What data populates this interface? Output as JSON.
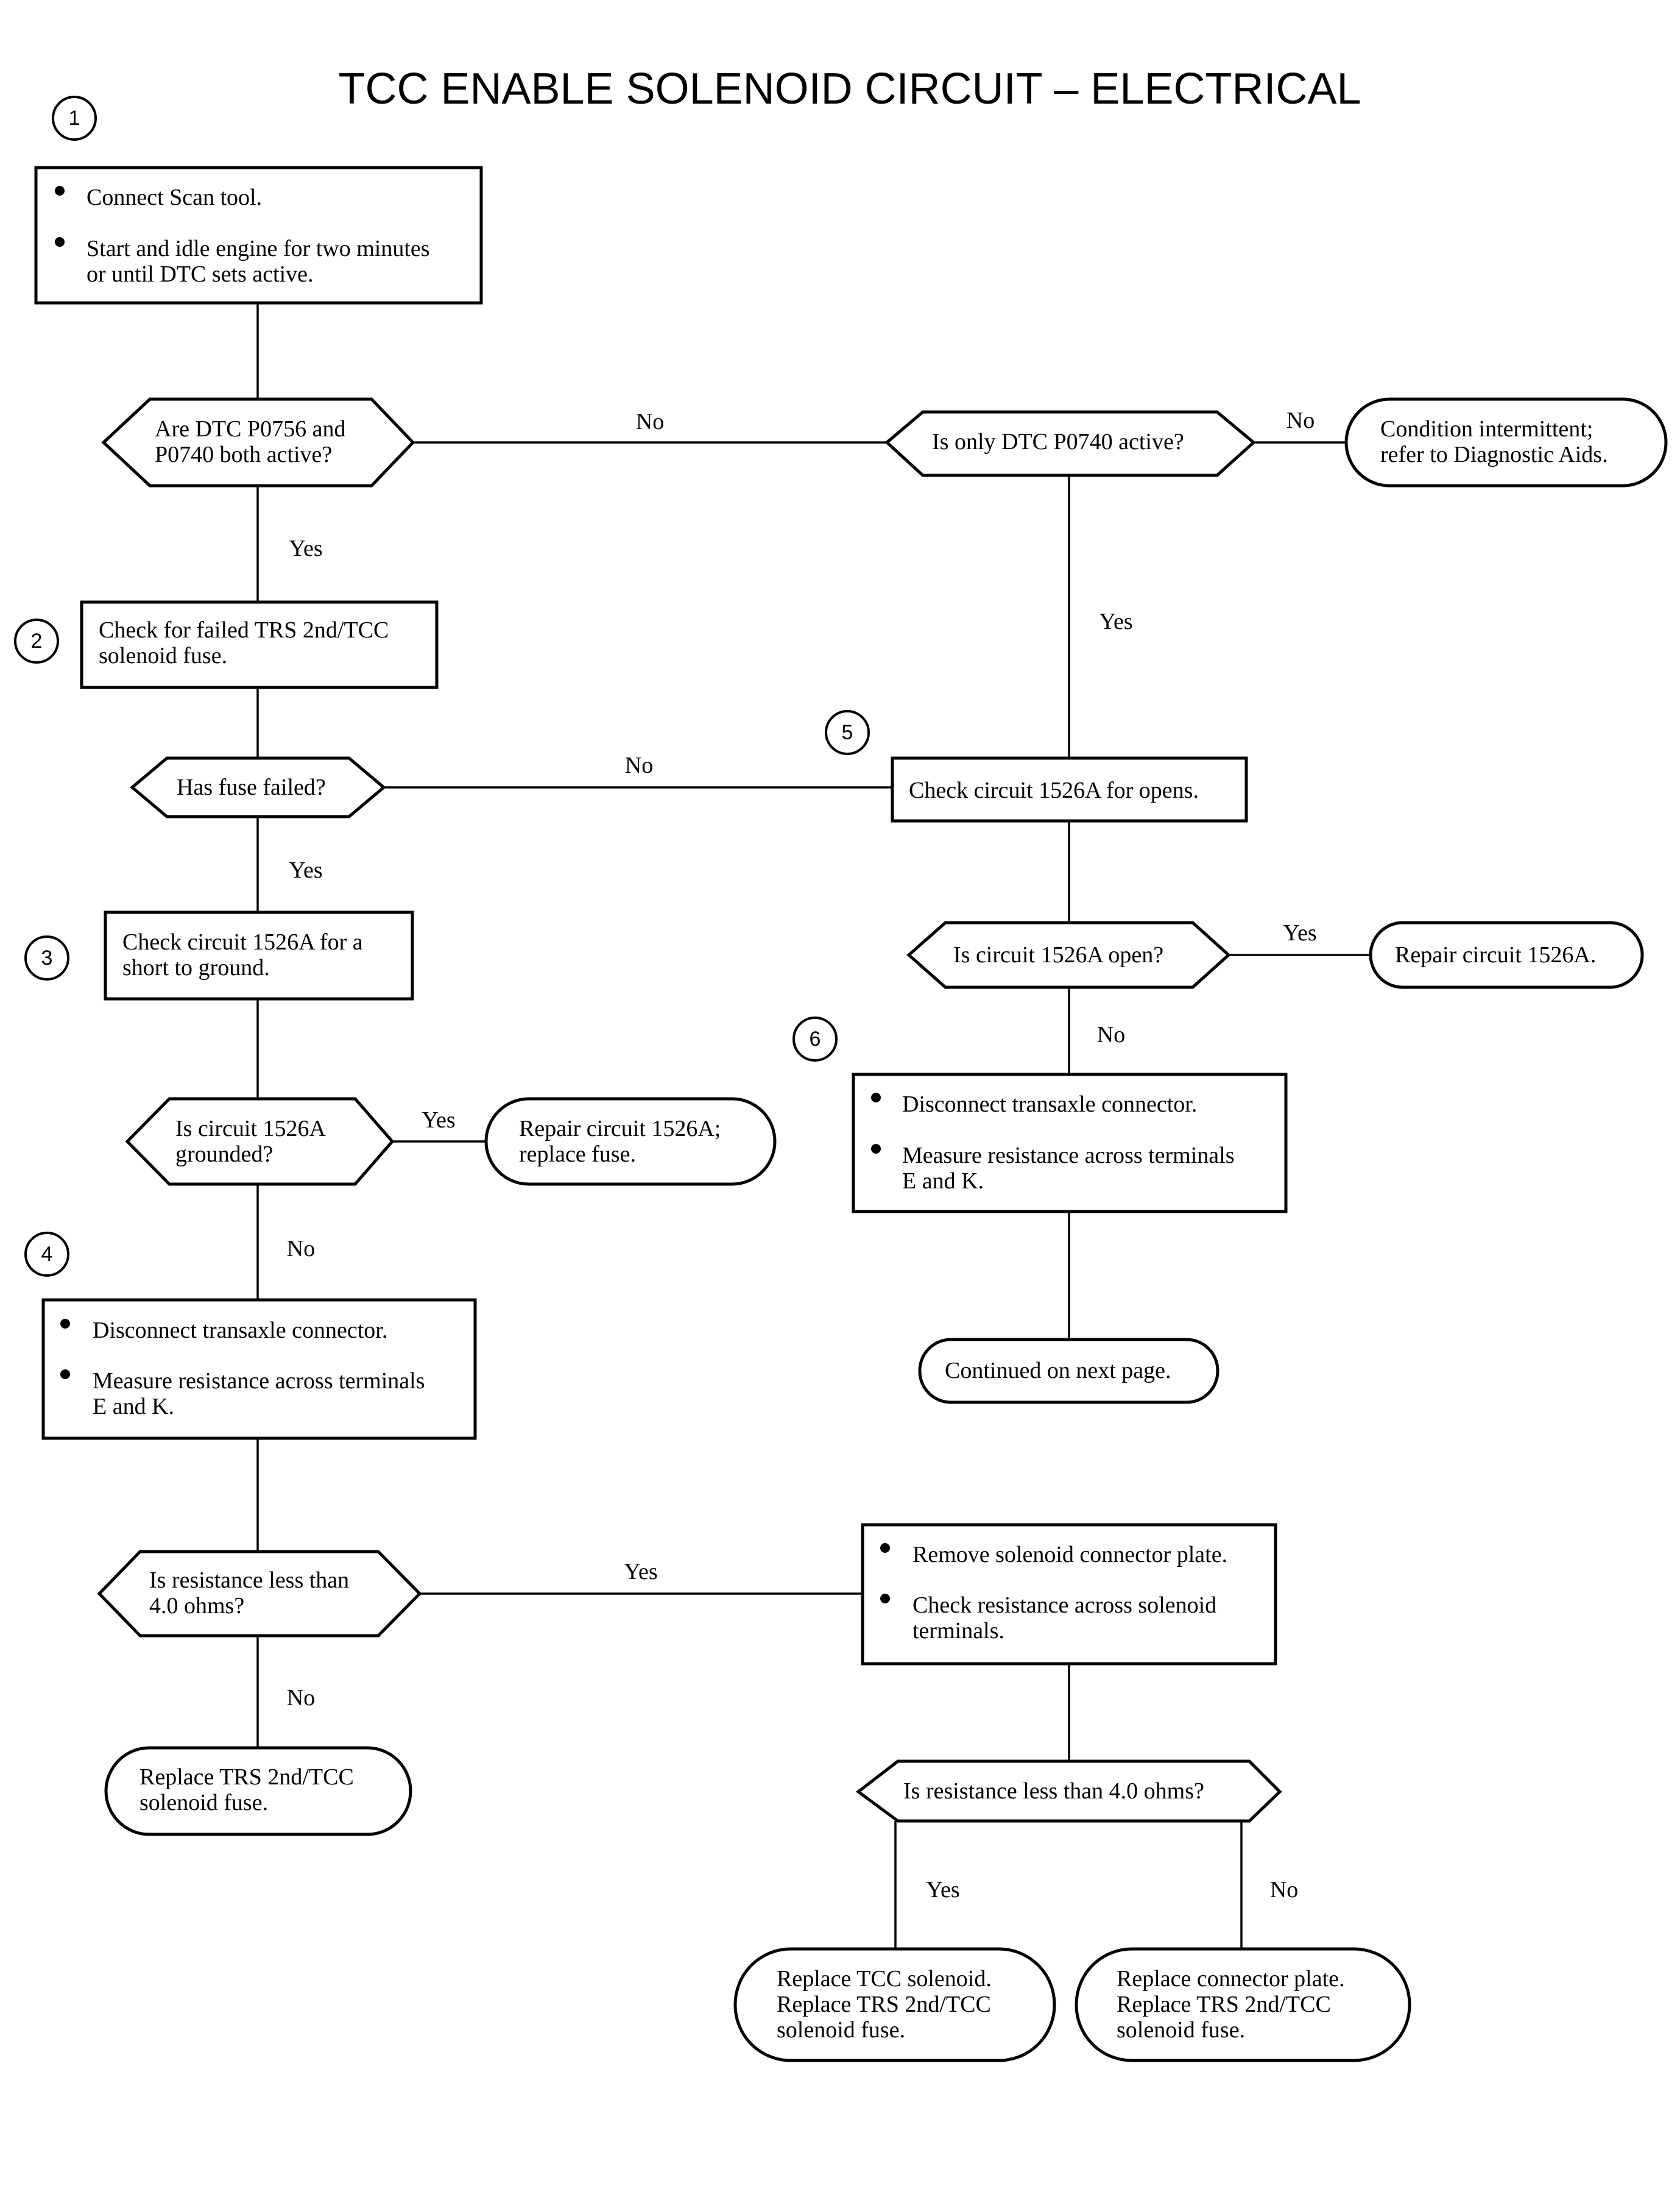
{
  "title": "TCC ENABLE SOLENOID CIRCUIT – ELECTRICAL",
  "steps": [
    "1",
    "2",
    "3",
    "4",
    "5",
    "6"
  ],
  "nodes": {
    "n1": [
      "Connect Scan tool.",
      "Start and idle engine for two minutes",
      "or until DTC sets active."
    ],
    "d1": [
      "Are DTC P0756 and",
      "P0740 both active?"
    ],
    "d5": [
      "Is only DTC P0740 active?"
    ],
    "t_intermittent": [
      "Condition intermittent;",
      "refer to Diagnostic Aids."
    ],
    "n2": [
      "Check for failed TRS 2nd/TCC",
      "solenoid fuse."
    ],
    "d2": [
      "Has fuse failed?"
    ],
    "n5": [
      "Check circuit 1526A for opens."
    ],
    "n3": [
      "Check circuit 1526A for a",
      "short to ground."
    ],
    "d6": [
      "Is circuit 1526A open?"
    ],
    "t_repair_open": [
      "Repair circuit 1526A."
    ],
    "d3": [
      "Is circuit 1526A",
      "grounded?"
    ],
    "t_repair_fuse": [
      "Repair circuit 1526A;",
      "replace fuse."
    ],
    "n6": [
      "Disconnect transaxle connector.",
      "Measure resistance across terminals",
      "E and K."
    ],
    "n4": [
      "Disconnect transaxle connector.",
      "Measure resistance across terminals",
      "E and K."
    ],
    "t_continued": [
      "Continued on next page."
    ],
    "d4": [
      "Is resistance less than",
      "4.0 ohms?"
    ],
    "n7": [
      "Remove solenoid connector plate.",
      "Check resistance across solenoid",
      "terminals."
    ],
    "t_replace_fuse": [
      "Replace TRS 2nd/TCC",
      "solenoid fuse."
    ],
    "d7": [
      "Is resistance less than 4.0 ohms?"
    ],
    "t_replace_solenoid": [
      "Replace TCC solenoid.",
      "Replace TRS 2nd/TCC",
      "solenoid fuse."
    ],
    "t_replace_plate": [
      "Replace connector plate.",
      "Replace TRS 2nd/TCC",
      "solenoid fuse."
    ]
  },
  "edge_labels": {
    "d1_no": "No",
    "d5_no": "No",
    "d1_yes": "Yes",
    "d5_yes": "Yes",
    "d2_no": "No",
    "d2_yes": "Yes",
    "d6_yes": "Yes",
    "d6_no": "No",
    "d3_yes": "Yes",
    "d3_no": "No",
    "d4_yes": "Yes",
    "d4_no": "No",
    "d7_yes": "Yes",
    "d7_no": "No"
  }
}
